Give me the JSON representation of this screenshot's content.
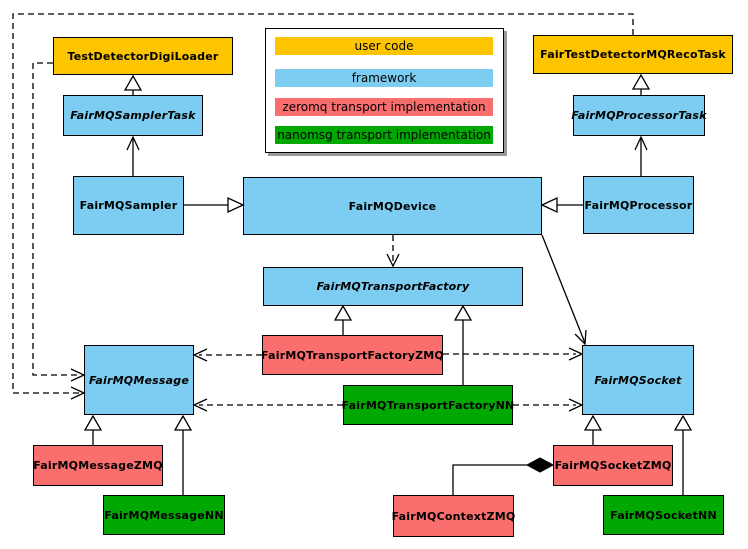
{
  "colors": {
    "user_code": "#FDC500",
    "framework": "#7CCDF1",
    "zeromq": "#FB6E6E",
    "nanomsg": "#02A802",
    "edge": "#000000",
    "background": "#FFFFFF"
  },
  "legend": {
    "items": [
      {
        "label": "user code",
        "type": "user_code"
      },
      {
        "label": "framework",
        "type": "framework"
      },
      {
        "label": "zeromq transport implementation",
        "type": "zeromq"
      },
      {
        "label": "nanomsg transport implementation",
        "type": "nanomsg"
      }
    ]
  },
  "nodes": [
    {
      "id": "test-detector-digi-loader",
      "label": "TestDetectorDigiLoader",
      "type": "user_code",
      "abstract": false
    },
    {
      "id": "fair-test-detector-mq-reco-task",
      "label": "FairTestDetectorMQRecoTask",
      "type": "user_code",
      "abstract": false
    },
    {
      "id": "fairmq-sampler-task",
      "label": "FairMQSamplerTask",
      "type": "framework",
      "abstract": true
    },
    {
      "id": "fairmq-processor-task",
      "label": "FairMQProcessorTask",
      "type": "framework",
      "abstract": true
    },
    {
      "id": "fairmq-sampler",
      "label": "FairMQSampler",
      "type": "framework",
      "abstract": false
    },
    {
      "id": "fairmq-device",
      "label": "FairMQDevice",
      "type": "framework",
      "abstract": false
    },
    {
      "id": "fairmq-processor",
      "label": "FairMQProcessor",
      "type": "framework",
      "abstract": false
    },
    {
      "id": "fairmq-transport-factory",
      "label": "FairMQTransportFactory",
      "type": "framework",
      "abstract": true
    },
    {
      "id": "fairmq-transport-factory-zmq",
      "label": "FairMQTransportFactoryZMQ",
      "type": "zeromq",
      "abstract": false
    },
    {
      "id": "fairmq-transport-factory-nn",
      "label": "FairMQTransportFactoryNN",
      "type": "nanomsg",
      "abstract": false
    },
    {
      "id": "fairmq-message",
      "label": "FairMQMessage",
      "type": "framework",
      "abstract": true
    },
    {
      "id": "fairmq-socket",
      "label": "FairMQSocket",
      "type": "framework",
      "abstract": true
    },
    {
      "id": "fairmq-message-zmq",
      "label": "FairMQMessageZMQ",
      "type": "zeromq",
      "abstract": false
    },
    {
      "id": "fairmq-message-nn",
      "label": "FairMQMessageNN",
      "type": "nanomsg",
      "abstract": false
    },
    {
      "id": "fairmq-context-zmq",
      "label": "FairMQContextZMQ",
      "type": "zeromq",
      "abstract": false
    },
    {
      "id": "fairmq-socket-zmq",
      "label": "FairMQSocketZMQ",
      "type": "zeromq",
      "abstract": false
    },
    {
      "id": "fairmq-socket-nn",
      "label": "FairMQSocketNN",
      "type": "nanomsg",
      "abstract": false
    }
  ],
  "edges": [
    {
      "type": "inheritance",
      "from": "fairmq-sampler-task",
      "to": "test-detector-digi-loader"
    },
    {
      "type": "inheritance",
      "from": "fairmq-processor-task",
      "to": "fair-test-detector-mq-reco-task"
    },
    {
      "type": "arrow",
      "from": "fairmq-sampler",
      "to": "fairmq-sampler-task"
    },
    {
      "type": "arrow",
      "from": "fairmq-processor",
      "to": "fairmq-processor-task"
    },
    {
      "type": "inheritance",
      "from": "fairmq-sampler",
      "to": "fairmq-device"
    },
    {
      "type": "inheritance",
      "from": "fairmq-processor",
      "to": "fairmq-device"
    },
    {
      "type": "dependency",
      "from": "fairmq-device",
      "to": "fairmq-transport-factory"
    },
    {
      "type": "arrow",
      "from": "fairmq-device",
      "to": "fairmq-socket"
    },
    {
      "type": "dependency",
      "from": "test-detector-digi-loader",
      "to": "fairmq-message"
    },
    {
      "type": "dependency",
      "from": "fair-test-detector-mq-reco-task",
      "to": "fairmq-message"
    },
    {
      "type": "inheritance",
      "from": "fairmq-transport-factory-zmq",
      "to": "fairmq-transport-factory"
    },
    {
      "type": "inheritance",
      "from": "fairmq-transport-factory-nn",
      "to": "fairmq-transport-factory"
    },
    {
      "type": "dependency",
      "from": "fairmq-transport-factory-zmq",
      "to": "fairmq-message"
    },
    {
      "type": "dependency",
      "from": "fairmq-transport-factory-zmq",
      "to": "fairmq-socket"
    },
    {
      "type": "dependency",
      "from": "fairmq-transport-factory-nn",
      "to": "fairmq-message"
    },
    {
      "type": "dependency",
      "from": "fairmq-transport-factory-nn",
      "to": "fairmq-socket"
    },
    {
      "type": "inheritance",
      "from": "fairmq-message-zmq",
      "to": "fairmq-message"
    },
    {
      "type": "inheritance",
      "from": "fairmq-message-nn",
      "to": "fairmq-message"
    },
    {
      "type": "inheritance",
      "from": "fairmq-socket-zmq",
      "to": "fairmq-socket"
    },
    {
      "type": "inheritance",
      "from": "fairmq-socket-nn",
      "to": "fairmq-socket"
    },
    {
      "type": "composition",
      "from": "fairmq-context-zmq",
      "to": "fairmq-socket-zmq"
    }
  ]
}
